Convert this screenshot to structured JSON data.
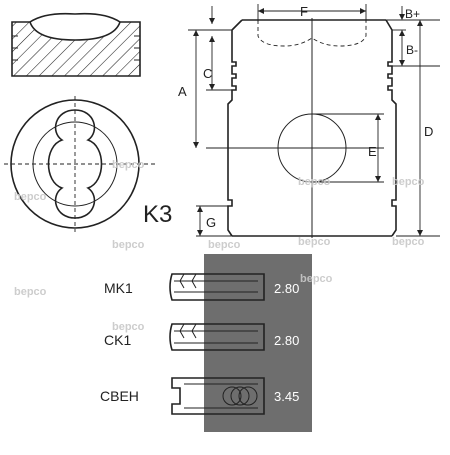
{
  "diagram": {
    "model_code": "K3",
    "dimension_labels": {
      "F": "F",
      "b_plus": "B+",
      "b_minus": "B-",
      "A": "A",
      "C": "C",
      "D": "D",
      "E": "E",
      "G": "G"
    },
    "rings": [
      {
        "name": "MK1",
        "thickness": "2.80"
      },
      {
        "name": "CK1",
        "thickness": "2.80"
      },
      {
        "name": "CBEH",
        "thickness": "3.45"
      }
    ],
    "watermark": "bepco"
  },
  "colors": {
    "line": "#222222",
    "panel": "#6e6e6e",
    "panel_text": "#ffffff",
    "watermark": "#c8c8c8"
  }
}
